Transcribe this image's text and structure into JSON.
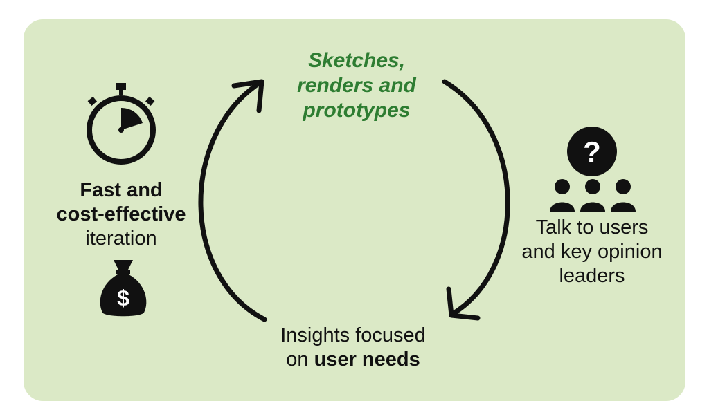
{
  "colors": {
    "panel_background": "#dbe9c6",
    "accent_green": "#2e7d32",
    "ink": "#111111"
  },
  "diagram": {
    "top": {
      "line1": "Sketches,",
      "line2": "renders and",
      "line3": "prototypes"
    },
    "left": {
      "line1": "Fast and",
      "line2": "cost-effective",
      "line3": "iteration"
    },
    "right": {
      "line1": "Talk to users",
      "line2": "and key opinion",
      "line3": "leaders"
    },
    "bottom": {
      "line1": "Insights focused",
      "line2_prefix": "on ",
      "line2_bold": "user needs"
    },
    "icons": [
      "stopwatch-icon",
      "money-bag-icon",
      "question-mark-icon",
      "people-group-icon",
      "cycle-arrow-left",
      "cycle-arrow-right"
    ],
    "money_symbol": "$",
    "question_symbol": "?"
  }
}
